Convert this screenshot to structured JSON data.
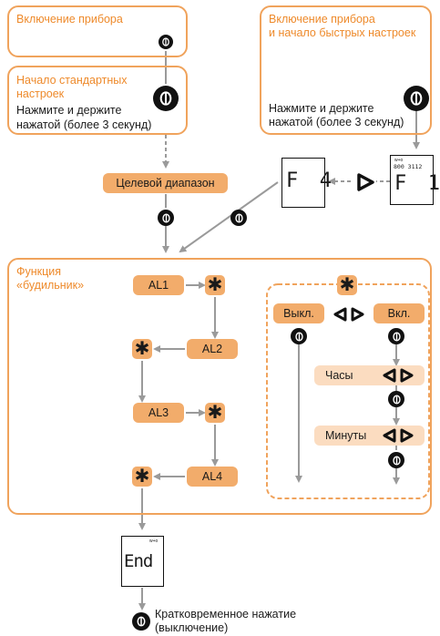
{
  "boxes": {
    "power_on": "Включение прибора",
    "power_on_quick_1": "Включение прибора",
    "power_on_quick_2": "и начало быстрых настроек",
    "std_start_1": "Начало стандартных",
    "std_start_2": "настроек",
    "hold_1": "Нажмите и держите",
    "hold_2": "нажатой (более 3 секунд)",
    "quick_hold_1": "Нажмите и держите",
    "quick_hold_2": "нажатой (более 3 секунд)"
  },
  "target_range": "Целевой диапазон",
  "alarm": {
    "title_1": "Функция",
    "title_2": "«будильник»",
    "items": [
      "AL1",
      "AL2",
      "AL3",
      "AL4"
    ],
    "off": "Выкл.",
    "on": "Вкл.",
    "hours": "Часы",
    "minutes": "Минуты",
    "star": "✱"
  },
  "displays": {
    "f4": "F  4",
    "f1_main": "F  1",
    "f1_small": "800 3112",
    "end": "End",
    "brand": "w+o"
  },
  "footer": {
    "short_press_1": "Кратковременное нажатие",
    "short_press_2": "(выключение)"
  },
  "colors": {
    "accent": "#ee8a2b",
    "pill": "#f2ac6b",
    "pill_light": "#fbdcc0",
    "frame": "#f0a35c",
    "arrow": "#9a9a9a"
  }
}
